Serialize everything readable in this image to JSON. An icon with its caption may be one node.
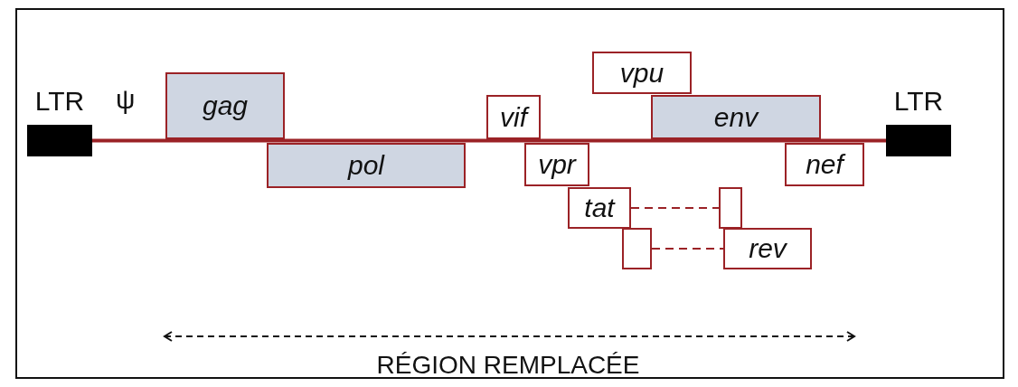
{
  "diagram": {
    "nodes": [
      {
        "text": [
          "LTR"
        ]
      },
      {
        "text": [
          "gag"
        ]
      },
      {
        "text": [
          "vpu"
        ]
      },
      {
        "text": [
          "vif"
        ]
      },
      {
        "text": [
          "env"
        ]
      },
      {
        "text": [
          "LTR"
        ]
      },
      {
        "text": [
          "pol"
        ]
      },
      {
        "text": [
          "vpr"
        ]
      },
      {
        "text": [
          "nef"
        ]
      },
      {
        "text": [
          "tat"
        ]
      },
      {
        "text": [],
        "shape": "box"
      },
      {
        "text": [],
        "shape": "box"
      },
      {
        "text": [
          "rev"
        ]
      }
    ],
    "edges": [
      {
        "from": 0,
        "to": 5,
        "arrow": "none",
        "style": "thick"
      },
      {
        "from": 9,
        "to": 10,
        "arrow": "none",
        "style": "dashed"
      },
      {
        "from": 11,
        "to": 12,
        "arrow": "none",
        "style": "dashed"
      }
    ],
    "labels": [
      "ψ",
      "RÉGION REMPLACÉE"
    ]
  }
}
